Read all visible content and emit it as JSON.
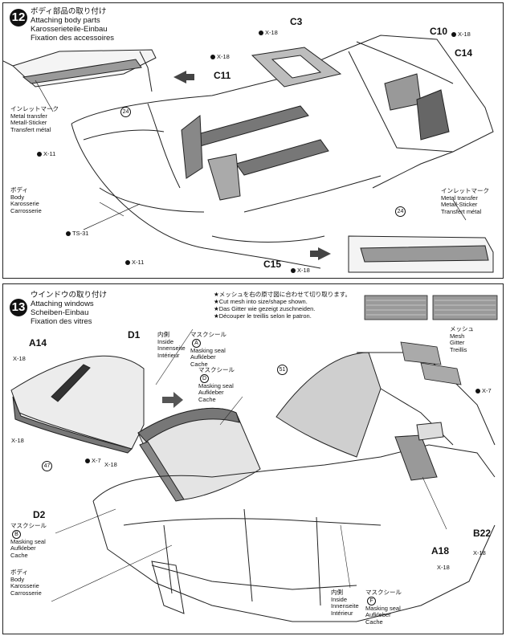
{
  "step12": {
    "number": "12",
    "title_jp": "ボディ部品の取り付け",
    "title_en": "Attaching body parts",
    "title_de": "Karosserieteile-Einbau",
    "title_fr": "Fixation des accessoires",
    "parts": {
      "c3": "C3",
      "c10": "C10",
      "c14": "C14",
      "c11": "C11",
      "c15": "C15"
    },
    "screws": {
      "x18_top": "X-18",
      "x18_left": "X-18",
      "x18_right": "X-18",
      "x18_bottom": "X-18",
      "x11_left": "X-11",
      "x11_bottom": "X-11",
      "ts31": "TS-31"
    },
    "refs": {
      "left": "24",
      "right": "24"
    },
    "inlet_left": {
      "jp": "インレットマーク",
      "en": "Metal transfer",
      "de": "Metall-Sticker",
      "fr": "Transfert métal"
    },
    "inlet_right": {
      "jp": "インレットマーク",
      "en": "Metal transfer",
      "de": "Metall-Sticker",
      "fr": "Transfert métal"
    },
    "body_label": {
      "jp": "ボディ",
      "en": "Body",
      "de": "Karosserie",
      "fr": "Carrosserie"
    }
  },
  "step13": {
    "number": "13",
    "title_jp": "ウインドウの取り付け",
    "title_en": "Attaching windows",
    "title_de": "Scheiben-Einbau",
    "title_fr": "Fixation des vitres",
    "notes": [
      "★メッシュを右の原寸図に合わせて切り取ります。",
      "★Cut mesh into size/shape shown.",
      "★Das Gitter wie gezeigt zuschneiden.",
      "★Découper le treillis selon le patron."
    ],
    "parts": {
      "d1": "D1",
      "d2": "D2",
      "a14": "A14",
      "a18": "A18",
      "b22": "B22"
    },
    "screws": {
      "x18_a14": "X-18",
      "x18_left": "X-18",
      "x7_left": "X-7",
      "x18_mid": "X-18",
      "x7_right": "X-7",
      "x18_b22": "X-18",
      "x18_a18": "X-18"
    },
    "refs": {
      "r47": "47",
      "r51": "51"
    },
    "inside_top": {
      "jp": "内側",
      "en": "Inside",
      "de": "Innenseite",
      "fr": "Intérieur"
    },
    "mask_a": {
      "jp": "マスクシール",
      "letter": "A",
      "en": "Masking seal",
      "de": "Aufkleber",
      "fr": "Cache"
    },
    "mask_d": {
      "jp": "マスクシール",
      "letter": "D",
      "en": "Masking seal",
      "de": "Aufkleber",
      "fr": "Cache"
    },
    "mask_b": {
      "jp": "マスクシール",
      "letter": "B",
      "en": "Masking seal",
      "de": "Aufkleber",
      "fr": "Cache"
    },
    "mask_f": {
      "jp": "マスクシール",
      "letter": "F",
      "en": "Masking seal",
      "de": "Aufkleber",
      "fr": "Cache"
    },
    "inside_bottom": {
      "jp": "内側",
      "en": "Inside",
      "de": "Innenseite",
      "fr": "Intérieur"
    },
    "mesh": {
      "jp": "メッシュ",
      "en": "Mesh",
      "de": "Gitter",
      "fr": "Treillis"
    },
    "body_label": {
      "jp": "ボディ",
      "en": "Body",
      "de": "Karosserie",
      "fr": "Carrosserie"
    }
  }
}
